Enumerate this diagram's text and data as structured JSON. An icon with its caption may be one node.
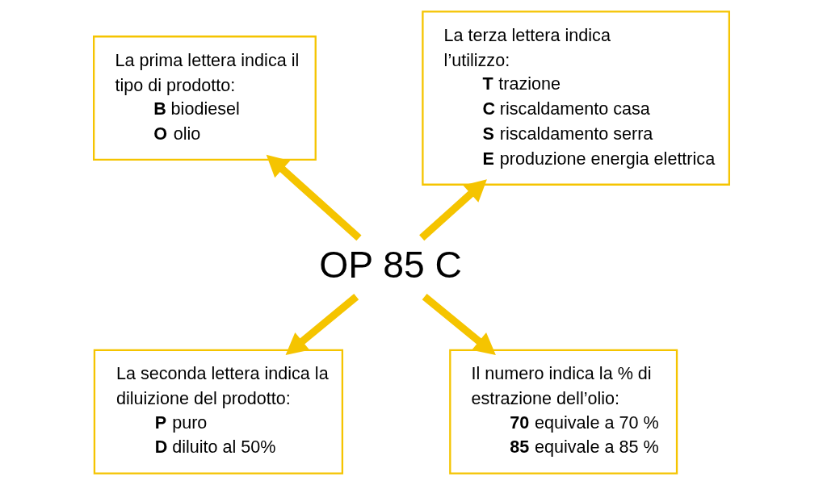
{
  "diagram": {
    "nodes": [
      {
        "text": [
          "OP 85 C"
        ]
      },
      {
        "text": [
          "La prima lettera indica il tipo di prodotto:",
          "**B** biodiesel",
          "**O** olio"
        ]
      },
      {
        "text": [
          "La terza lettera indica l’utilizzo:",
          "**T** trazione",
          "**C** riscaldamento casa",
          "**S** riscaldamento serra",
          "**E** produzione energia elettrica"
        ]
      },
      {
        "text": [
          "La seconda lettera indica la diluizione del prodotto:",
          "**P** puro",
          "**D** diluito al 50%"
        ]
      },
      {
        "text": [
          "Il numero indica la % di estrazione dell’olio:",
          "**70** equivale a 70 %",
          "**85** equivale a 85 %"
        ]
      }
    ],
    "edges": [
      {
        "from": 0,
        "to": 1,
        "arrow": "to"
      },
      {
        "from": 0,
        "to": 2,
        "arrow": "to"
      },
      {
        "from": 0,
        "to": 3,
        "arrow": "to"
      },
      {
        "from": 0,
        "to": 4,
        "arrow": "to"
      }
    ]
  }
}
